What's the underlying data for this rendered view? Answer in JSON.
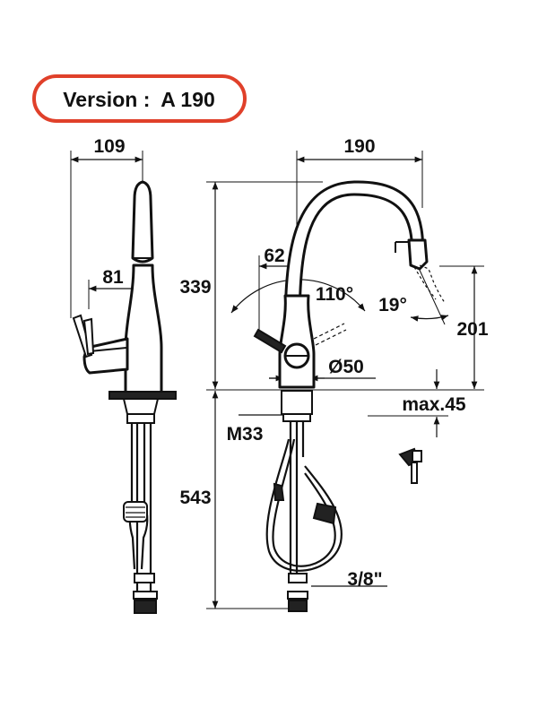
{
  "badge": {
    "label": "Version :  A 190",
    "border_color": "#e0402a"
  },
  "side_view": {
    "width": "109",
    "handle_offset": "81"
  },
  "front_view": {
    "spout_reach": "190",
    "height": "339",
    "handle_offset": "62",
    "handle_angle": "110°",
    "spray_angle": "19°",
    "spout_height": "201",
    "base_diameter": "Ø50",
    "max_thickness": "max.45",
    "thread": "M33",
    "hose_length": "543",
    "connection": "3/8\""
  }
}
